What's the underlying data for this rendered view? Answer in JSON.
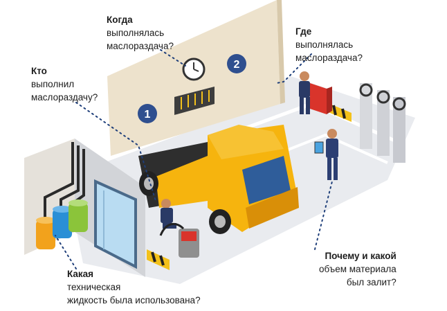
{
  "captions": {
    "when": {
      "title": "Когда",
      "lines": [
        "выполнялась",
        "маслораздача?"
      ]
    },
    "where": {
      "title": "Где",
      "lines": [
        "выполнялась",
        "маслораздача?"
      ]
    },
    "who": {
      "title": "Кто",
      "lines": [
        "выполнил",
        "маслораздачу?"
      ]
    },
    "why": {
      "title": "Почему и какой",
      "lines": [
        "объем материала",
        "был залит?"
      ]
    },
    "fluid": {
      "title": "Какая",
      "lines": [
        "техническая",
        "жидкость была использована?"
      ]
    }
  },
  "wall_numbers": [
    "1",
    "2"
  ],
  "colors": {
    "wall": "#ede2cc",
    "floor": "#e9ebef",
    "truck": "#f6b40e",
    "truck_dark": "#d98f08",
    "marker": "#2f4f8f",
    "stripe_yellow": "#f3c11b",
    "barrel_orange": "#f2a21c",
    "barrel_blue": "#2a8fd6",
    "barrel_green": "#8bc43a",
    "dots": "#1f3f7a"
  }
}
